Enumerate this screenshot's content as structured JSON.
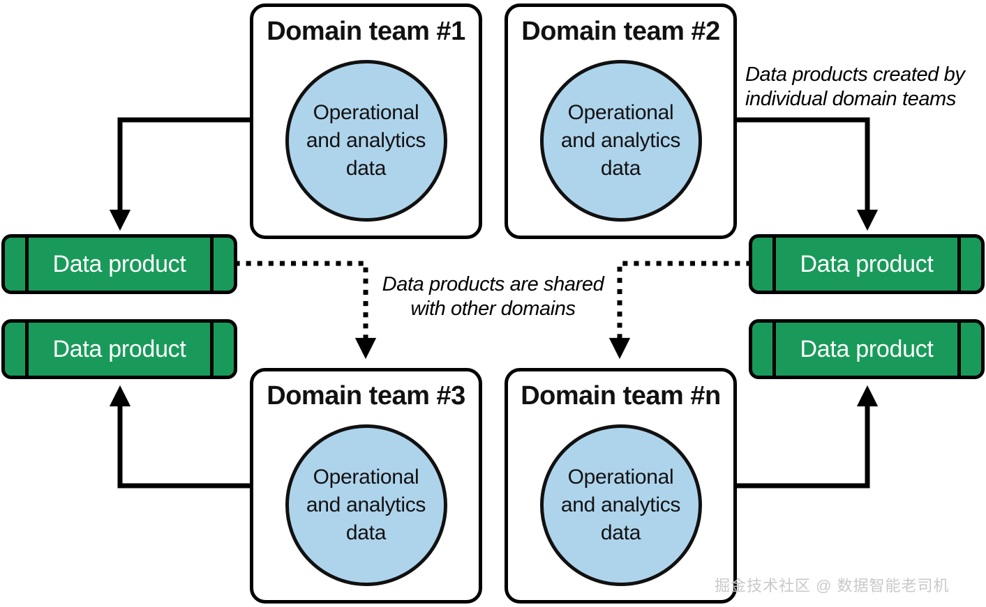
{
  "diagram": {
    "title": "Data mesh domain teams and data products",
    "colors": {
      "data_product_fill": "#1a9a5a",
      "data_circle_fill": "#aed4ec",
      "stroke": "#000000",
      "card_fill": "#ffffff",
      "watermark": "#c9c9c9"
    }
  },
  "domain_teams": [
    {
      "id": "team-1",
      "title": "Domain team #1",
      "circle_label": "Operational and analytics data"
    },
    {
      "id": "team-2",
      "title": "Domain team #2",
      "circle_label": "Operational and analytics data"
    },
    {
      "id": "team-3",
      "title": "Domain team #3",
      "circle_label": "Operational and analytics data"
    },
    {
      "id": "team-n",
      "title": "Domain team #n",
      "circle_label": "Operational and analytics data"
    }
  ],
  "data_products": [
    {
      "id": "dp-top-left",
      "label": "Data product"
    },
    {
      "id": "dp-bottom-left",
      "label": "Data product"
    },
    {
      "id": "dp-top-right",
      "label": "Data product"
    },
    {
      "id": "dp-bottom-right",
      "label": "Data product"
    }
  ],
  "annotations": [
    {
      "id": "created-by",
      "line1": "Data products created by",
      "line2": "individual domain teams"
    },
    {
      "id": "shared-with",
      "line1": "Data products are shared",
      "line2": "with other domains"
    }
  ],
  "watermark": {
    "text": "掘金技术社区 @ 数据智能老司机"
  }
}
